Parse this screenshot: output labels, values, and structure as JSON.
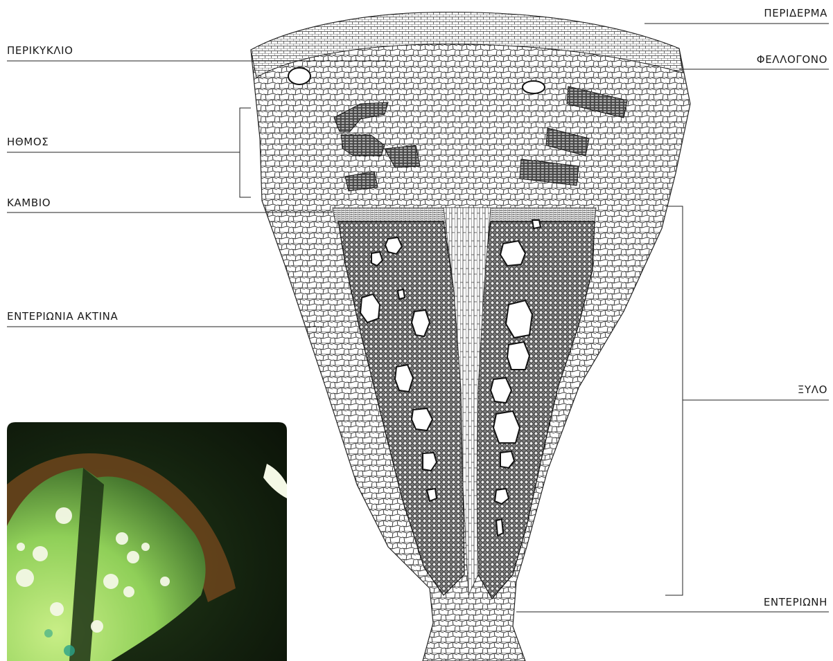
{
  "labels": {
    "periderma": "ΠΕΡΙΔΕΡΜΑ",
    "perikyklio": "ΠΕΡΙΚΥΚΛΙΟ",
    "fellogono": "ΦΕΛΛΟΓΟΝΟ",
    "ithmos": "ΗΘΜΟΣ",
    "kamvio": "ΚΑΜΒΙΟ",
    "enterionia_aktina": "ΕΝΤΕΡΙΩΝΙΑ ΑΚΤΙΝΑ",
    "xylo": "ΞΥΛΟ",
    "enterioni": "ΕΝΤΕΡΙΩΝΗ"
  },
  "colors": {
    "ink": "#1a1a1a",
    "photo_dark": "#0f1a0c",
    "photo_green": "#8fcf58",
    "photo_brown": "#7a4a1e",
    "photo_highlight": "#f4f8e6"
  }
}
